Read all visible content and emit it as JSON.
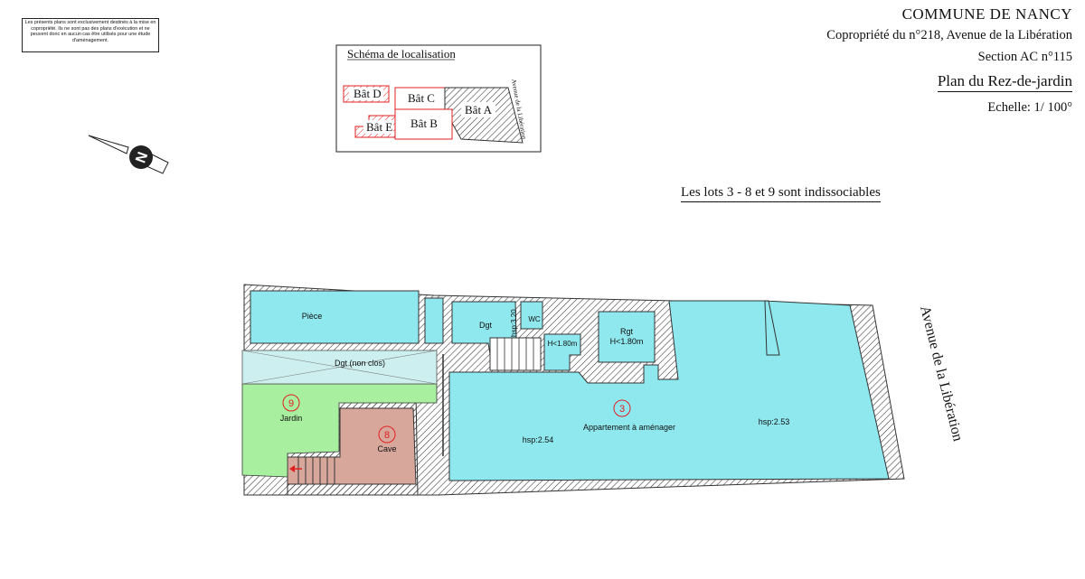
{
  "disclaimer": "Les présents plans sont exclusivement destinés à la mise en copropriété. Ils ne sont pas des plans d'exécution et ne peuvent donc en aucun cas être utilisés pour une étude d'aménagement.",
  "header": {
    "commune": "COMMUNE  DE NANCY",
    "copropriete": "Copropriété du n°218, Avenue de la Libération",
    "section": "Section AC n°115",
    "plan_title": "Plan du Rez-de-jardin",
    "echelle": "Echelle: 1/ 100°"
  },
  "north": {
    "letter": "N"
  },
  "lots_note": "Les lots 3 - 8 et 9 sont indissociables",
  "localisation": {
    "title": "Schéma de localisation",
    "buildings": [
      "Bât D",
      "Bât C",
      "Bât A",
      "Bât E",
      "Bât B"
    ],
    "street": "Avenue de la Libération"
  },
  "street_label": "Avenue de la Libération",
  "colors": {
    "apartment": "#8fe8ee",
    "garden": "#a8ef9f",
    "cave": "#d8a79b",
    "outline": "#333333",
    "lot_circle": "#e02020"
  },
  "rooms": {
    "piece": "Pièce",
    "dgt_non_clos": "Dgt (non clos)",
    "dgt": "Dgt",
    "hsp_320": "hsp:3.20",
    "wc": "WC",
    "h_180_a": "H<1.80m",
    "rgt": "Rgt",
    "h_180_b": "H<1.80m",
    "appartement": "Appartement à aménager",
    "hsp_254": "hsp:2.54",
    "hsp_253": "hsp:2.53",
    "jardin": "Jardin",
    "cave": "Cave"
  },
  "lots": {
    "lot3": "3",
    "lot8": "8",
    "lot9": "9"
  }
}
